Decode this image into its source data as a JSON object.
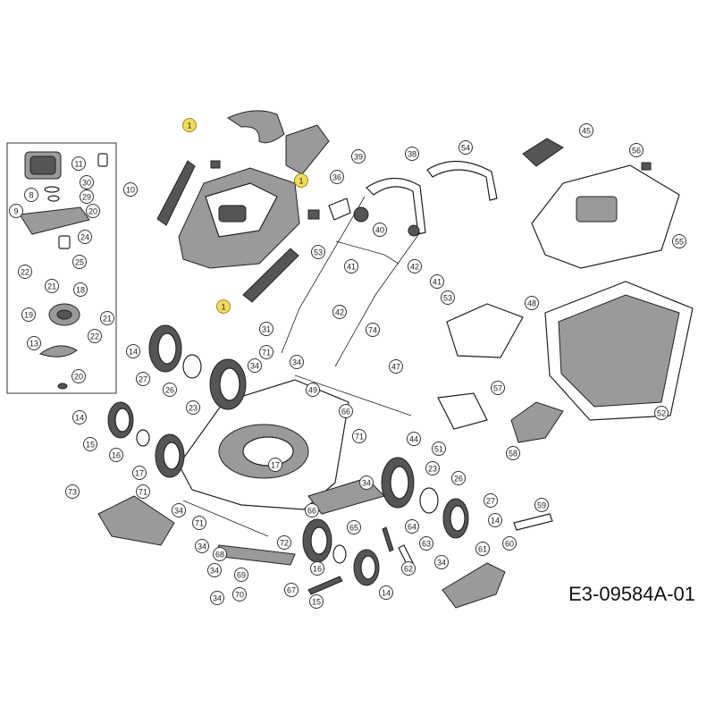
{
  "document_code": "E3-09584A-01",
  "highlight_color": "#f2dc5d",
  "callouts": [
    {
      "id": "c1a",
      "label": "1"
    },
    {
      "id": "c1b",
      "label": "1"
    },
    {
      "id": "c1c",
      "label": "1"
    },
    {
      "id": "c10",
      "label": "10"
    },
    {
      "id": "c11",
      "label": "11"
    },
    {
      "id": "c8",
      "label": "8"
    },
    {
      "id": "c30",
      "label": "30"
    },
    {
      "id": "c29",
      "label": "29"
    },
    {
      "id": "c9",
      "label": "9"
    },
    {
      "id": "c20a",
      "label": "20"
    },
    {
      "id": "c24",
      "label": "24"
    },
    {
      "id": "c25",
      "label": "25"
    },
    {
      "id": "c22a",
      "label": "22"
    },
    {
      "id": "c21a",
      "label": "21"
    },
    {
      "id": "c18",
      "label": "18"
    },
    {
      "id": "c19",
      "label": "19"
    },
    {
      "id": "c21b",
      "label": "21"
    },
    {
      "id": "c22b",
      "label": "22"
    },
    {
      "id": "c13",
      "label": "13"
    },
    {
      "id": "c20b",
      "label": "20"
    },
    {
      "id": "c36",
      "label": "36"
    },
    {
      "id": "c39",
      "label": "39"
    },
    {
      "id": "c38",
      "label": "38"
    },
    {
      "id": "c40",
      "label": "40"
    },
    {
      "id": "c54",
      "label": "54"
    },
    {
      "id": "c45",
      "label": "45"
    },
    {
      "id": "c56",
      "label": "56"
    },
    {
      "id": "c55",
      "label": "55"
    },
    {
      "id": "c53a",
      "label": "53"
    },
    {
      "id": "c41a",
      "label": "41"
    },
    {
      "id": "c42a",
      "label": "42"
    },
    {
      "id": "c41b",
      "label": "41"
    },
    {
      "id": "c53b",
      "label": "53"
    },
    {
      "id": "c42b",
      "label": "42"
    },
    {
      "id": "c48",
      "label": "48"
    },
    {
      "id": "c31",
      "label": "31"
    },
    {
      "id": "c74",
      "label": "74"
    },
    {
      "id": "c47",
      "label": "47"
    },
    {
      "id": "c14a",
      "label": "14"
    },
    {
      "id": "c27a",
      "label": "27"
    },
    {
      "id": "c26a",
      "label": "26"
    },
    {
      "id": "c71a",
      "label": "71"
    },
    {
      "id": "c34a",
      "label": "34"
    },
    {
      "id": "c34b",
      "label": "34"
    },
    {
      "id": "c23a",
      "label": "23"
    },
    {
      "id": "c49",
      "label": "49"
    },
    {
      "id": "c57",
      "label": "57"
    },
    {
      "id": "c52",
      "label": "52"
    },
    {
      "id": "c14b",
      "label": "14"
    },
    {
      "id": "c15a",
      "label": "15"
    },
    {
      "id": "c16a",
      "label": "16"
    },
    {
      "id": "c17a",
      "label": "17"
    },
    {
      "id": "c66a",
      "label": "66"
    },
    {
      "id": "c71b",
      "label": "71"
    },
    {
      "id": "c44",
      "label": "44"
    },
    {
      "id": "c58",
      "label": "58"
    },
    {
      "id": "c51",
      "label": "51"
    },
    {
      "id": "c17b",
      "label": "17"
    },
    {
      "id": "c23b",
      "label": "23"
    },
    {
      "id": "c26b",
      "label": "26"
    },
    {
      "id": "c34c",
      "label": "34"
    },
    {
      "id": "c73",
      "label": "73"
    },
    {
      "id": "c71c",
      "label": "71"
    },
    {
      "id": "c34d",
      "label": "34"
    },
    {
      "id": "c66b",
      "label": "66"
    },
    {
      "id": "c65",
      "label": "65"
    },
    {
      "id": "c27b",
      "label": "27"
    },
    {
      "id": "c14c",
      "label": "14"
    },
    {
      "id": "c59",
      "label": "59"
    },
    {
      "id": "c60",
      "label": "60"
    },
    {
      "id": "c71d",
      "label": "71"
    },
    {
      "id": "c34e",
      "label": "34"
    },
    {
      "id": "c72",
      "label": "72"
    },
    {
      "id": "c64",
      "label": "64"
    },
    {
      "id": "c63",
      "label": "63"
    },
    {
      "id": "c61",
      "label": "61"
    },
    {
      "id": "c34f",
      "label": "34"
    },
    {
      "id": "c68",
      "label": "68"
    },
    {
      "id": "c16b",
      "label": "16"
    },
    {
      "id": "c62",
      "label": "62"
    },
    {
      "id": "c34g",
      "label": "34"
    },
    {
      "id": "c69",
      "label": "69"
    },
    {
      "id": "c15b",
      "label": "15"
    },
    {
      "id": "c67",
      "label": "67"
    },
    {
      "id": "c14d",
      "label": "14"
    },
    {
      "id": "c70",
      "label": "70"
    },
    {
      "id": "c34h",
      "label": "34"
    }
  ]
}
